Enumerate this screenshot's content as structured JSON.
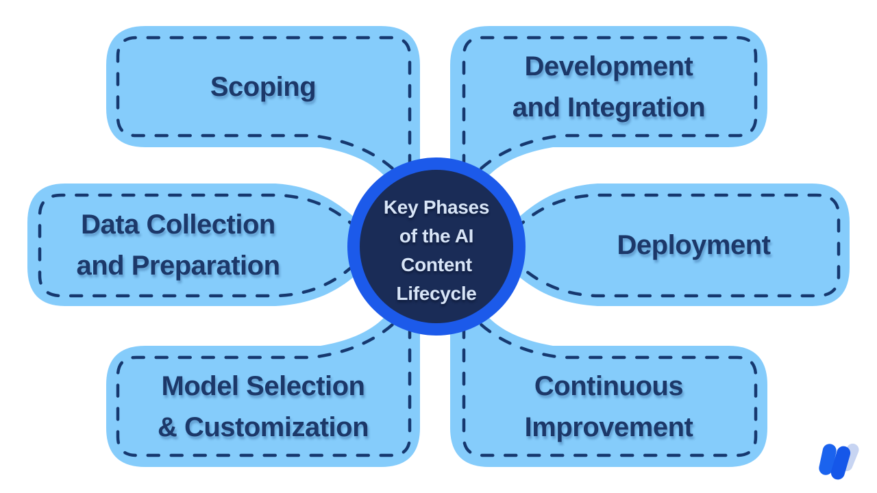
{
  "center": {
    "lines": [
      "Key Phases",
      "of the AI",
      "Content",
      "Lifecycle"
    ]
  },
  "nodes": [
    {
      "id": "scoping",
      "lines": [
        "Scoping"
      ]
    },
    {
      "id": "development-integration",
      "lines": [
        "Development",
        "and Integration"
      ]
    },
    {
      "id": "data-collection",
      "lines": [
        "Data Collection",
        "and Preparation"
      ]
    },
    {
      "id": "deployment",
      "lines": [
        "Deployment"
      ]
    },
    {
      "id": "model-selection",
      "lines": [
        "Model Selection",
        "& Customization"
      ]
    },
    {
      "id": "continuous-improvement",
      "lines": [
        "Continuous",
        "Improvement"
      ]
    }
  ],
  "branding": {
    "logo_icon": "writer-w-logo"
  },
  "colors": {
    "background": "#ffffff",
    "box_fill": "#85ccfb",
    "dash_stroke": "#16386f",
    "node_text": "#1c3869",
    "ring_blue": "#1c5aea",
    "core_navy": "#1a2c57",
    "center_text": "#d8e5f7",
    "logo_blue": "#1b63ee",
    "logo_blue_dark": "#1557e9",
    "logo_light": "#c7d4f2"
  }
}
